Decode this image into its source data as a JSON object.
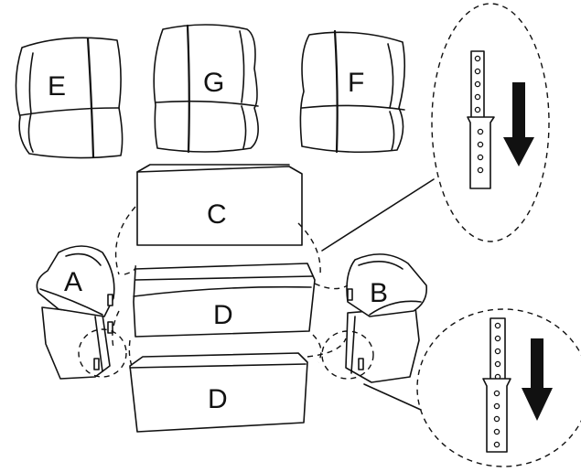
{
  "labels": {
    "E": "E",
    "G": "G",
    "F": "F",
    "C": "C",
    "A": "A",
    "B": "B",
    "D_upper": "D",
    "D_lower": "D"
  }
}
